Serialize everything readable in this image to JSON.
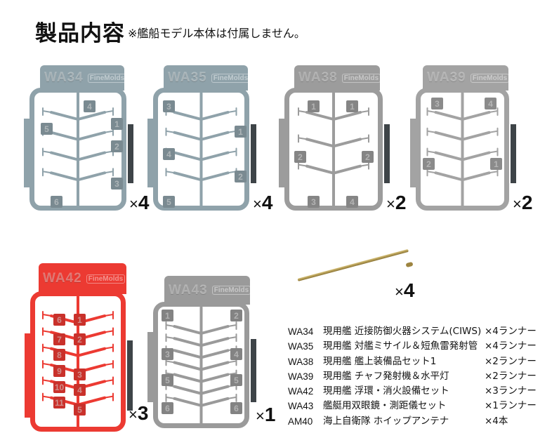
{
  "header": {
    "title": "製品内容",
    "note": "※艦船モデル本体は付属しません。"
  },
  "brand_logo": "FineMolds",
  "sprues": [
    {
      "code": "WA34",
      "multiplier": "4",
      "color": "#8fa2aa",
      "parts": [
        "4",
        "5",
        "1",
        "2",
        "3",
        "6"
      ]
    },
    {
      "code": "WA35",
      "multiplier": "4",
      "color": "#8fa2aa",
      "parts": [
        "3",
        "1",
        "4",
        "2",
        "5"
      ]
    },
    {
      "code": "WA38",
      "multiplier": "2",
      "color": "#9c9c9c",
      "parts": [
        "1",
        "1",
        "2",
        "2",
        "3",
        "4"
      ]
    },
    {
      "code": "WA39",
      "multiplier": "2",
      "color": "#a3a3a3",
      "parts": [
        "3",
        "4",
        "2",
        "1"
      ]
    },
    {
      "code": "WA42",
      "multiplier": "3",
      "color": "#ec3a32",
      "parts": [
        "6",
        "7",
        "8",
        "9",
        "10",
        "11",
        "1",
        "2",
        "3",
        "4",
        "5"
      ]
    },
    {
      "code": "WA43",
      "multiplier": "1",
      "color": "#9a9a9a",
      "parts": [
        "1",
        "2",
        "3",
        "4",
        "5",
        "5",
        "6",
        "6"
      ]
    }
  ],
  "multiplier_symbol": "×",
  "antenna": {
    "multiplier": "4"
  },
  "contents": [
    {
      "code": "WA34",
      "name": "現用艦 近接防御火器システム(CIWS)",
      "qty": "×4ランナー"
    },
    {
      "code": "WA35",
      "name": "現用艦 対艦ミサイル＆短魚雷発射管",
      "qty": "×4ランナー"
    },
    {
      "code": "WA38",
      "name": "現用艦 艦上装備品セット1",
      "qty": "×2ランナー"
    },
    {
      "code": "WA39",
      "name": "現用艦 チャフ発射機＆水平灯",
      "qty": "×2ランナー"
    },
    {
      "code": "WA42",
      "name": "現用艦 浮環・消火設備セット",
      "qty": "×3ランナー"
    },
    {
      "code": "WA43",
      "name": "艦艇用双眼鏡・測距儀セット",
      "qty": "×1ランナー"
    },
    {
      "code": "AM40",
      "name": "海上自衛隊 ホイップアンテナ",
      "qty": "×4本"
    }
  ]
}
